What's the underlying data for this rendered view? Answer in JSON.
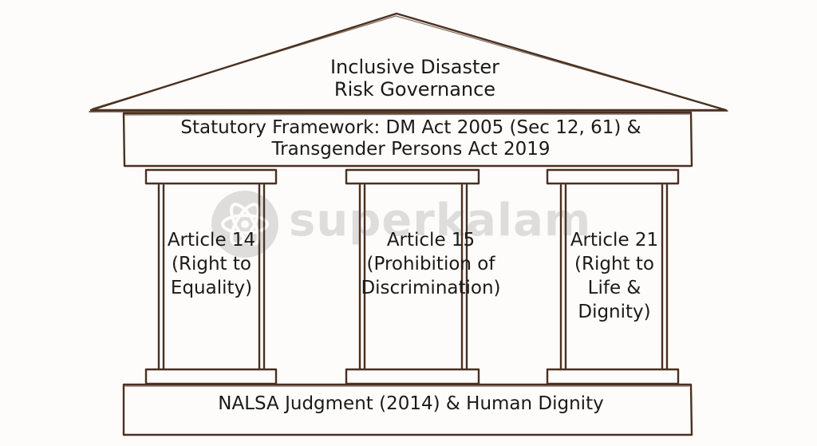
{
  "roof": {
    "title_line1": "Inclusive Disaster",
    "title_line2": "Risk Governance"
  },
  "frieze": {
    "line1": "Statutory Framework: DM Act 2005 (Sec 12, 61) &",
    "line2": "Transgender Persons Act 2019"
  },
  "pillars": [
    {
      "line1": "Article 14",
      "line2": "(Right to",
      "line3": "Equality)"
    },
    {
      "line1": "Article 15",
      "line2": "(Prohibition of",
      "line3": "Discrimination)"
    },
    {
      "line1": "Article 21",
      "line2": "(Right to",
      "line3": "Life &",
      "line4": "Dignity)"
    }
  ],
  "base": {
    "text": "NALSA Judgment (2014) & Human Dignity"
  },
  "watermark": {
    "text": "superkalam"
  },
  "colors": {
    "stroke": "#4a3020",
    "background": "#fdfcfa",
    "watermark": "#555555"
  }
}
